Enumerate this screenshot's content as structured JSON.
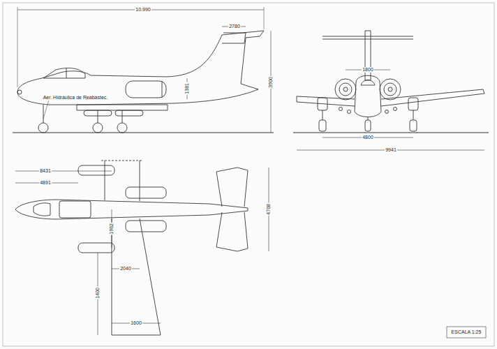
{
  "diagram": {
    "labels": [
      "10.990",
      "2780",
      "1381",
      "3900",
      "Aer. Hidráulica de Reabastec.",
      "1800",
      "4800",
      "9941",
      "8431",
      "4891",
      "1962",
      "2040",
      "1400",
      "1600",
      "4708",
      "ESCALA 1:25"
    ]
  }
}
